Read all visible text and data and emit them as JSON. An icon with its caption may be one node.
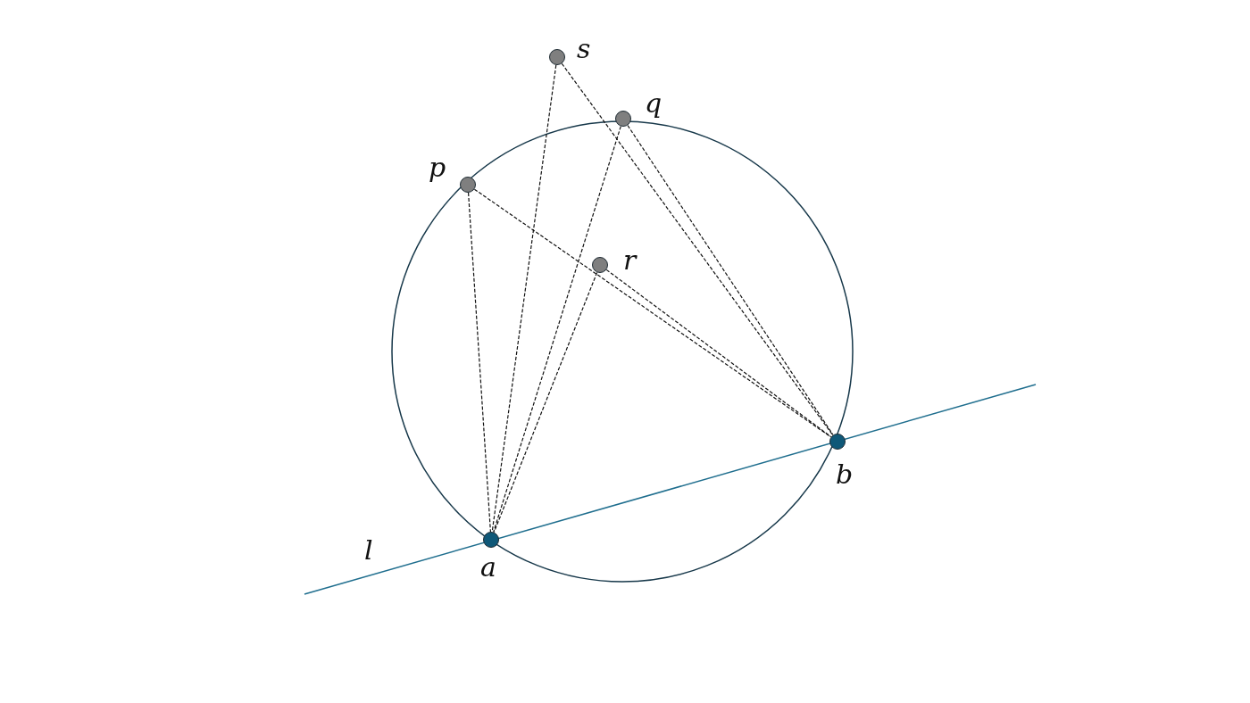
{
  "diagram": {
    "nodes": [
      {
        "text": [],
        "shape": "circle",
        "beside": [
          "s"
        ]
      },
      {
        "text": [],
        "shape": "circle",
        "beside": [
          "q"
        ]
      },
      {
        "text": [],
        "shape": "circle",
        "beside": [
          "p"
        ]
      },
      {
        "text": [],
        "shape": "circle",
        "beside": [
          "r"
        ]
      },
      {
        "text": [],
        "shape": "circle",
        "beside": [
          "b"
        ]
      },
      {
        "text": [],
        "shape": "circle",
        "beside": [
          "a"
        ]
      }
    ],
    "edges": [
      {
        "from": 0,
        "to": 5,
        "arrow": "none",
        "style": "dashed"
      },
      {
        "from": 0,
        "to": 4,
        "arrow": "none",
        "style": "dashed"
      },
      {
        "from": 1,
        "to": 5,
        "arrow": "none",
        "style": "dashed"
      },
      {
        "from": 1,
        "to": 4,
        "arrow": "none",
        "style": "dashed"
      },
      {
        "from": 2,
        "to": 5,
        "arrow": "none",
        "style": "dashed"
      },
      {
        "from": 2,
        "to": 4,
        "arrow": "none",
        "style": "dashed"
      },
      {
        "from": 3,
        "to": 5,
        "arrow": "none",
        "style": "dashed"
      },
      {
        "from": 3,
        "to": 4,
        "arrow": "none",
        "style": "dashed"
      }
    ],
    "labels": [
      "l"
    ]
  }
}
